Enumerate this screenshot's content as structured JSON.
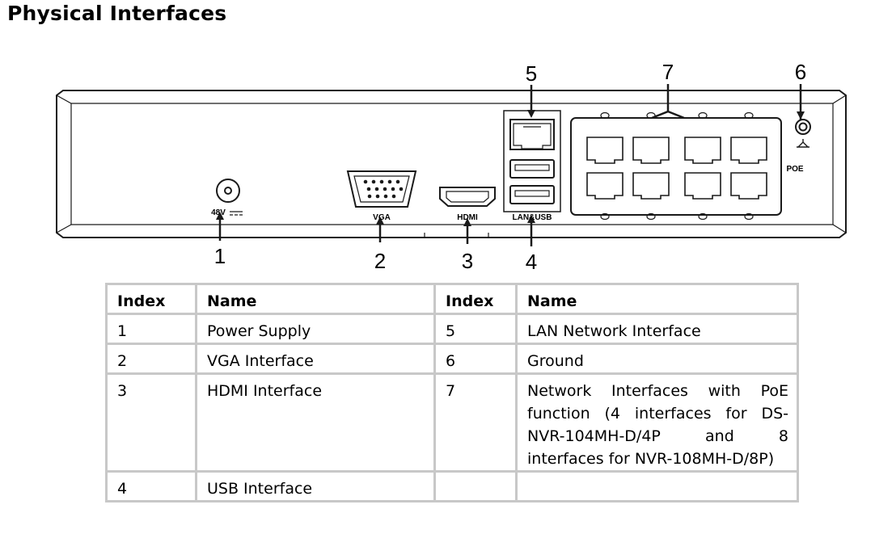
{
  "page": {
    "title": "Physical Interfaces"
  },
  "diagram": {
    "callouts": [
      "1",
      "2",
      "3",
      "4",
      "5",
      "6",
      "7"
    ],
    "panel_labels": {
      "power": "48V",
      "vga": "VGA",
      "hdmi": "HDMI",
      "lan_usb": "LAN&USB",
      "poe": "POE"
    },
    "colors": {
      "stroke": "#1a1a1a",
      "table_border": "#c8c8c8"
    }
  },
  "table": {
    "headers": {
      "index_left": "Index",
      "name_left": "Name",
      "index_right": "Index",
      "name_right": "Name"
    },
    "rows": [
      {
        "i1": "1",
        "n1": "Power Supply",
        "i2": "5",
        "n2": "LAN Network Interface"
      },
      {
        "i1": "2",
        "n1": "VGA Interface",
        "i2": "6",
        "n2": "Ground"
      },
      {
        "i1": "3",
        "n1": "HDMI Interface",
        "i2": "7",
        "n2": "Network Interfaces with PoE function (4 interfaces for DS- NVR-104MH-D/4P and 8 interfaces for NVR-108MH-D/8P)"
      },
      {
        "i1": "4",
        "n1": "USB Interface",
        "i2": "",
        "n2": ""
      }
    ]
  }
}
